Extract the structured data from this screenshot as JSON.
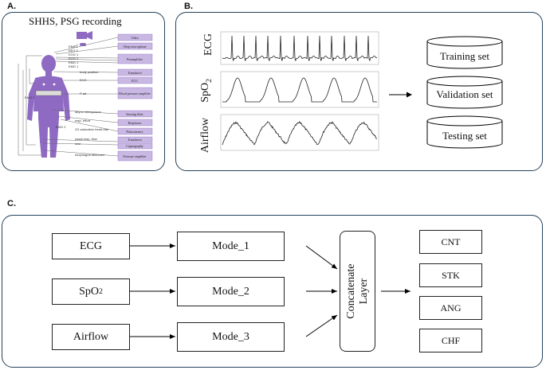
{
  "panels": {
    "a": {
      "label": "A.",
      "title": "SHHS, PSG recording"
    },
    "b": {
      "label": "B."
    },
    "c": {
      "label": "C."
    }
  },
  "panel_a": {
    "body_labels": [
      {
        "text": "EMG 1"
      },
      {
        "text": "EEG 1"
      },
      {
        "text": "EEG 2"
      },
      {
        "text": "EOG 1"
      },
      {
        "text": "EOG 2"
      },
      {
        "text": "EMG 1"
      },
      {
        "text": "EMG 1"
      },
      {
        "text": "body position"
      },
      {
        "text": "ECG"
      },
      {
        "text": "P art"
      },
      {
        "text": "larynx microphone"
      },
      {
        "text": "resp. effort"
      },
      {
        "text": "O2 saturation heart rate"
      },
      {
        "text": "EMG 2"
      },
      {
        "text": "nasal resp. flow"
      },
      {
        "text": "oral"
      },
      {
        "text": "esophagus abdomen"
      }
    ],
    "equipment": [
      "Video",
      "Sleep microphone",
      "Preamplifier",
      "Transducer",
      "ECG",
      "Blood pressure amplifier",
      "Snoring filter",
      "Respitrace",
      "Pulsoximetry",
      "Transducer",
      "Capnography",
      "Pressure amplifier"
    ]
  },
  "panel_b": {
    "signals": [
      "ECG",
      "SpO2",
      "Airflow"
    ],
    "datasets": [
      "Training set",
      "Validation set",
      "Testing set"
    ]
  },
  "panel_c": {
    "inputs": [
      "ECG",
      "SpO2",
      "Airflow"
    ],
    "modes": [
      "Mode_1",
      "Mode_2",
      "Mode_3"
    ],
    "concat": "Concatenate Layer",
    "outputs": [
      "CNT",
      "STK",
      "ANG",
      "CHF"
    ]
  },
  "colors": {
    "frame": "#23415a",
    "body": "#8e6ac2",
    "equipment_bg": "#c9b8e3"
  },
  "icons": [
    "video-camera-icon",
    "microphone-icon",
    "human-body-icon"
  ]
}
